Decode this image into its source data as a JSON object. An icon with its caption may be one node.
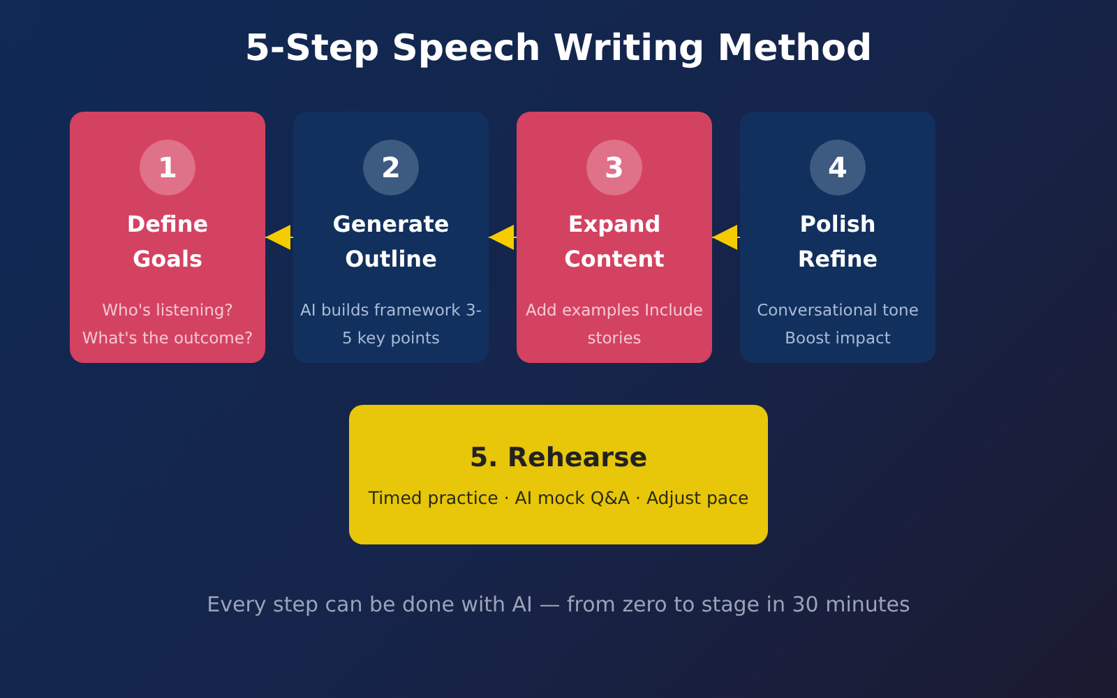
{
  "diagram": {
    "title": "5-Step Speech Writing Method",
    "caption": "Every step can be done with AI — from zero to stage in 30 minutes",
    "nodes": [
      {
        "text": [
          "1",
          "Define Goals",
          "Who's listening? What's the outcome?"
        ]
      },
      {
        "text": [
          "2",
          "Generate Outline",
          "AI builds framework 3-5 key points"
        ]
      },
      {
        "text": [
          "3",
          "Expand Content",
          "Add examples Include stories"
        ]
      },
      {
        "text": [
          "4",
          "Polish Refine",
          "Conversational tone Boost impact"
        ]
      },
      {
        "text": [
          "5. Rehearse",
          "Timed practice · AI mock Q&A · Adjust pace"
        ]
      }
    ],
    "edges": [
      {
        "from": 1,
        "to": 0,
        "arrow": "to"
      },
      {
        "from": 2,
        "to": 1,
        "arrow": "to"
      },
      {
        "from": 3,
        "to": 2,
        "arrow": "to"
      }
    ]
  }
}
